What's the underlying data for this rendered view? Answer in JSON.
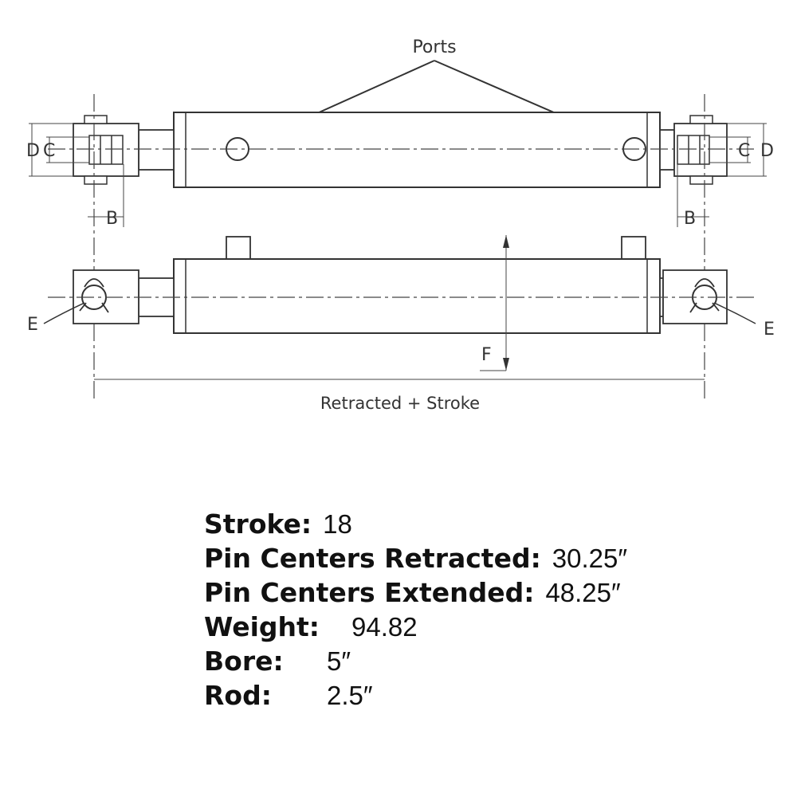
{
  "diagram": {
    "ports_label": "Ports",
    "dim_c": "C",
    "dim_d": "D",
    "dim_b": "B",
    "dim_e": "E",
    "dim_f": "F",
    "length_label": "Retracted + Stroke"
  },
  "specs": [
    {
      "label": "Stroke:",
      "value": "18"
    },
    {
      "label": "Pin Centers Retracted:",
      "value": "30.25″"
    },
    {
      "label": "Pin Centers Extended:",
      "value": "48.25″"
    },
    {
      "label": "Weight:",
      "value": "94.82"
    },
    {
      "label": "Bore:",
      "value": "5″"
    },
    {
      "label": "Rod:",
      "value": "2.5″"
    }
  ]
}
